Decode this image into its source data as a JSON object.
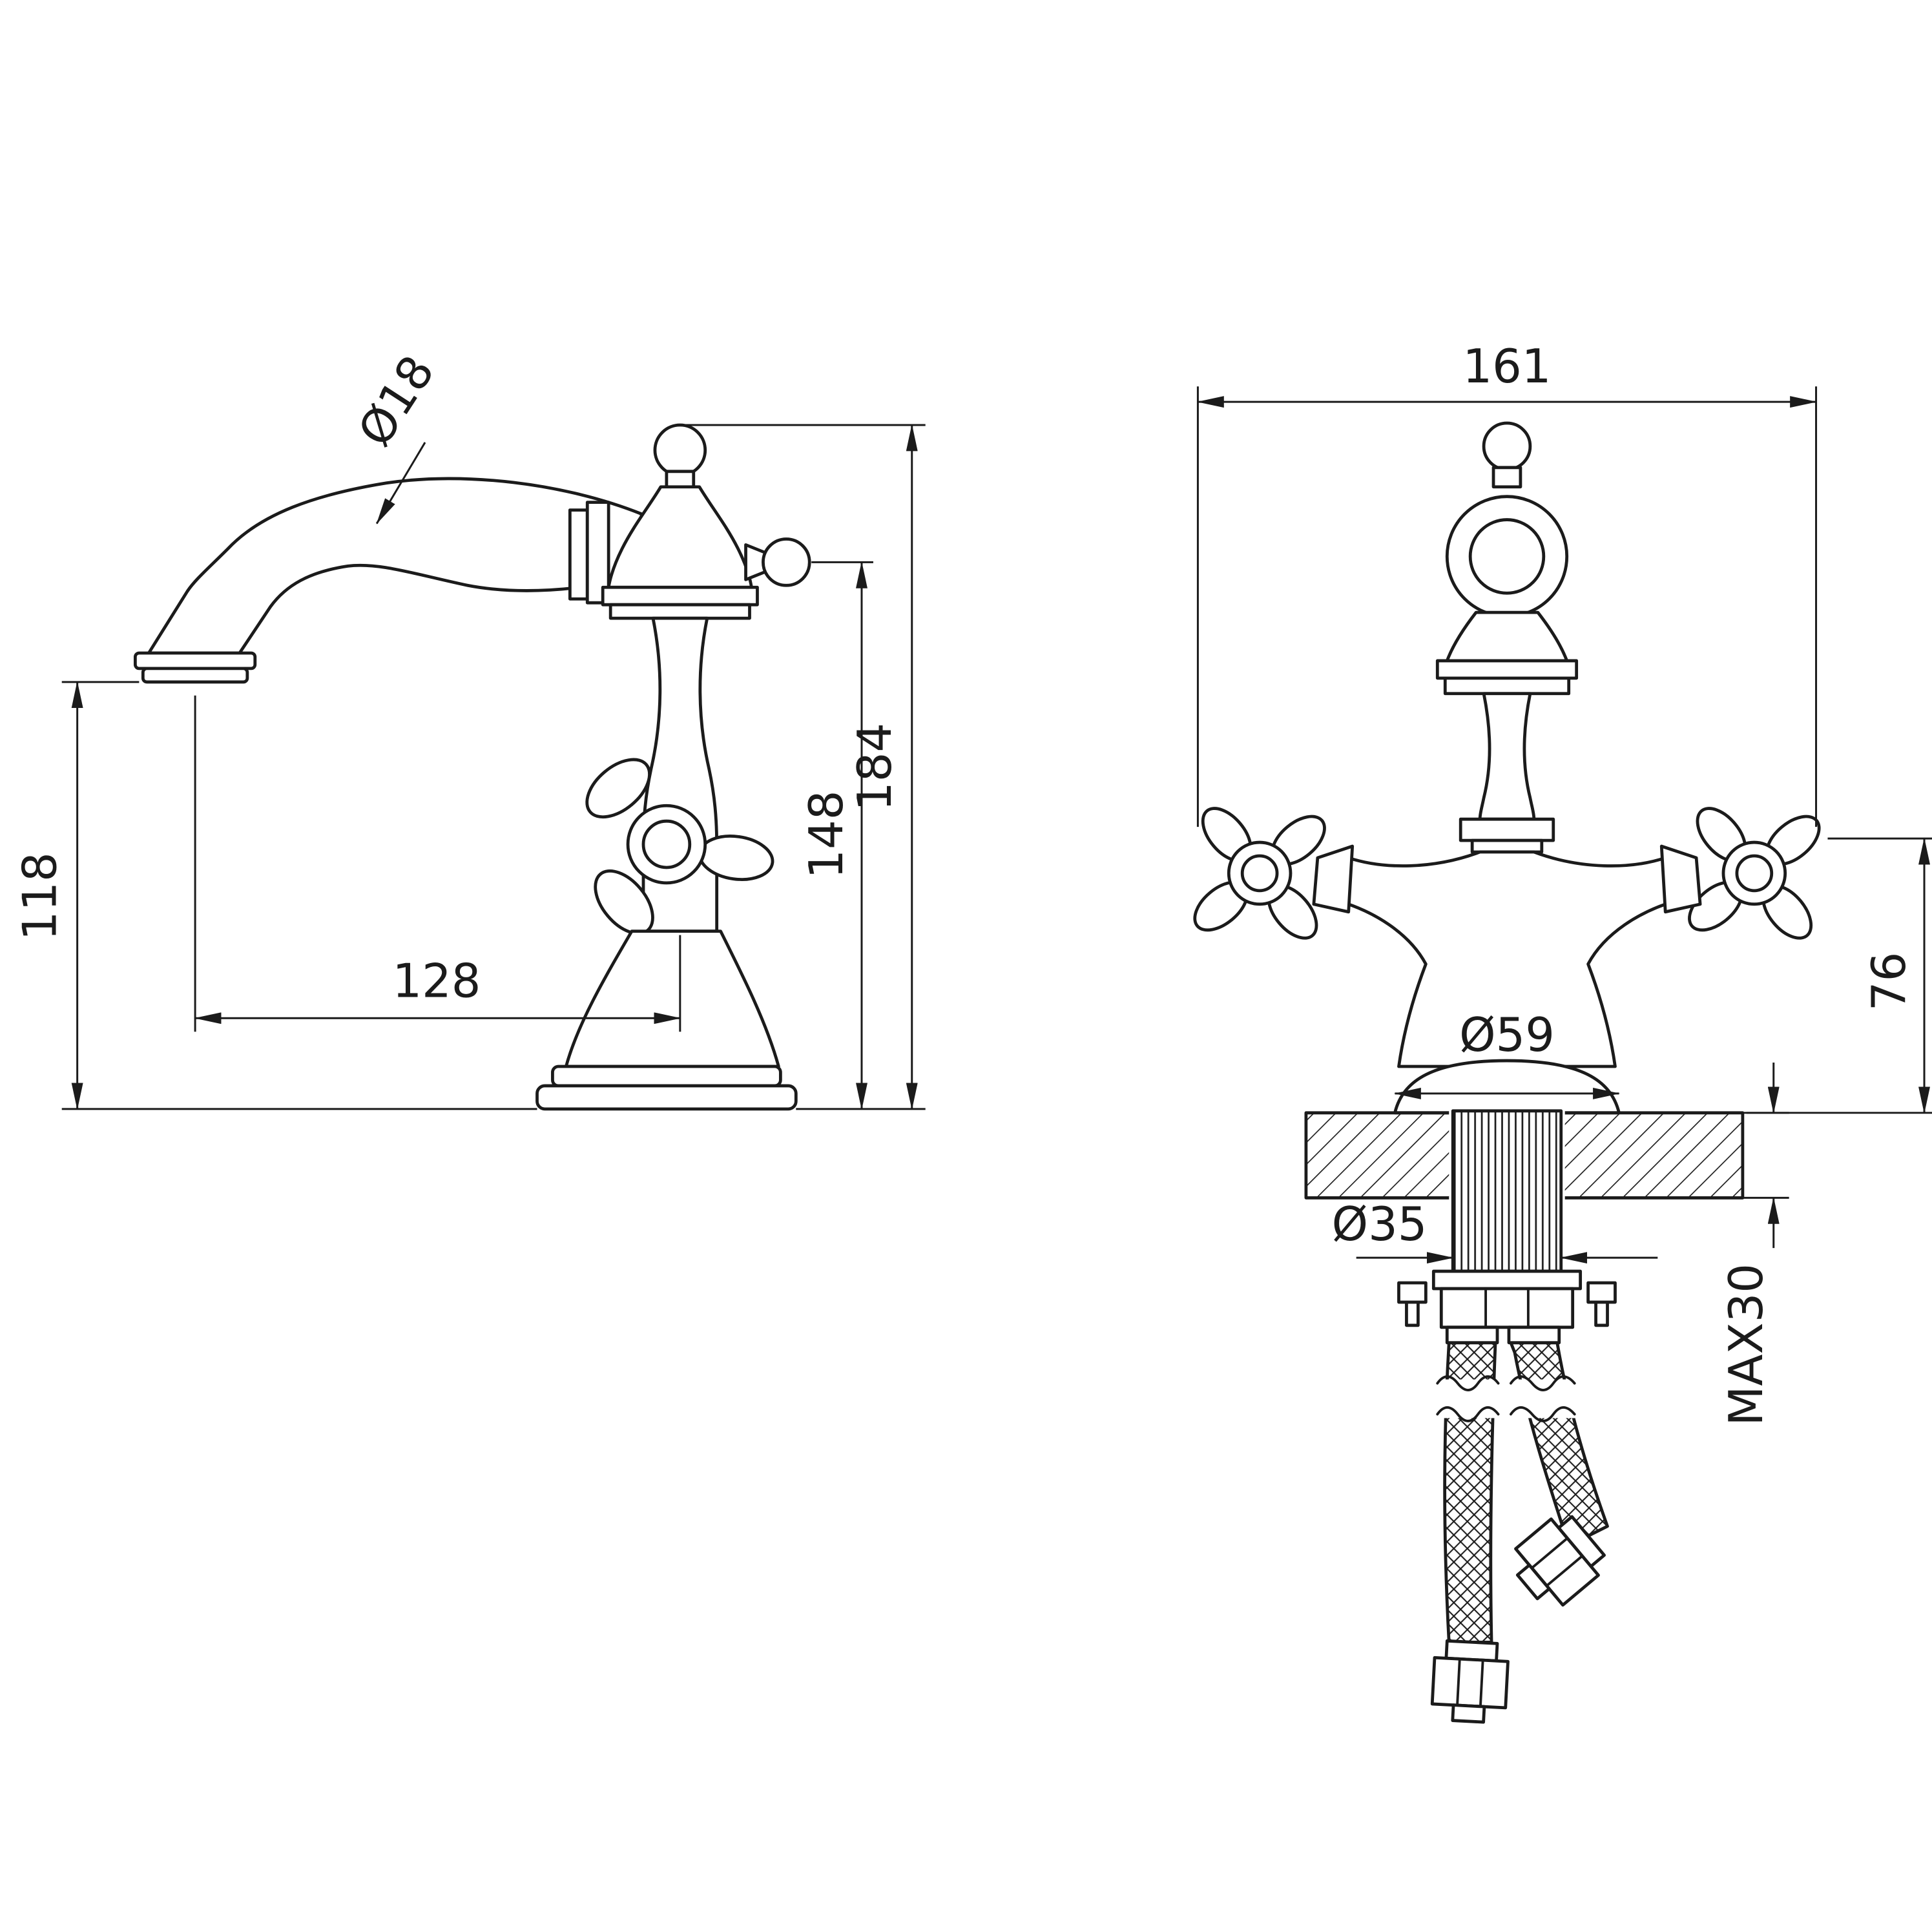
{
  "canvas": {
    "background": "#ffffff",
    "line_color": "#1b1b1b"
  },
  "views": {
    "side": {
      "dimensions": {
        "spout_tube_diameter": "Ø18",
        "overall_height": "184",
        "spout_height": "148",
        "clearance_under_spout": "118",
        "spout_reach": "128"
      }
    },
    "front": {
      "dimensions": {
        "overall_width": "161",
        "handle_height_above_deck": "76",
        "base_diameter": "Ø59",
        "shank_diameter": "Ø35",
        "max_deck_thickness": "MAX30"
      }
    }
  }
}
